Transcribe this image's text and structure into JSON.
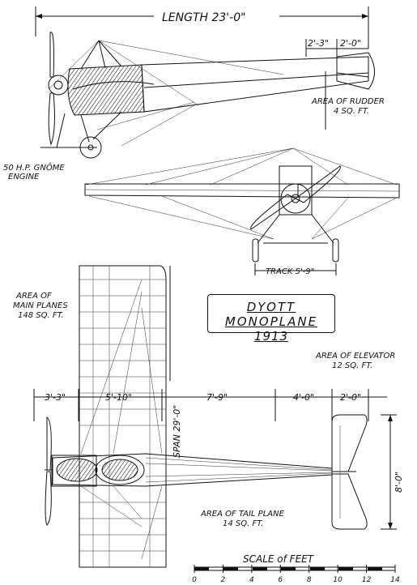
{
  "labels": {
    "length": "LENGTH 23'-0\"",
    "dim_2_3_top": "2'-3\"",
    "dim_2_0_top": "2'-0\"",
    "area_rudder_1": "AREA OF RUDDER",
    "area_rudder_2": "4 SQ. FT.",
    "engine_1": "50 H.P. GNÔME",
    "engine_2": "ENGINE",
    "track": "TRACK 5'-9\"",
    "area_main_1": "AREA OF",
    "area_main_2": "MAIN PLANES",
    "area_main_3": "148 SQ. FT.",
    "title_1": "DYOTT MONOPLANE",
    "title_2": "1913",
    "area_elev_1": "AREA OF ELEVATOR",
    "area_elev_2": "12 SQ. FT.",
    "dim_3_3": "3'-3\"",
    "dim_5_10": "5'-10\"",
    "dim_7_9": "7'-9\"",
    "dim_4_0": "4'-0\"",
    "dim_2_0_plan": "2'-0\"",
    "span": "SPAN 29'-0\"",
    "dim_8_0": "8'-0\"",
    "area_tail_1": "AREA OF TAIL PLANE",
    "area_tail_2": "14 SQ. FT.",
    "scale_title": "SCALE of FEET"
  },
  "scale": {
    "ticks": [
      "0",
      "2",
      "4",
      "6",
      "8",
      "10",
      "12",
      "14"
    ]
  }
}
